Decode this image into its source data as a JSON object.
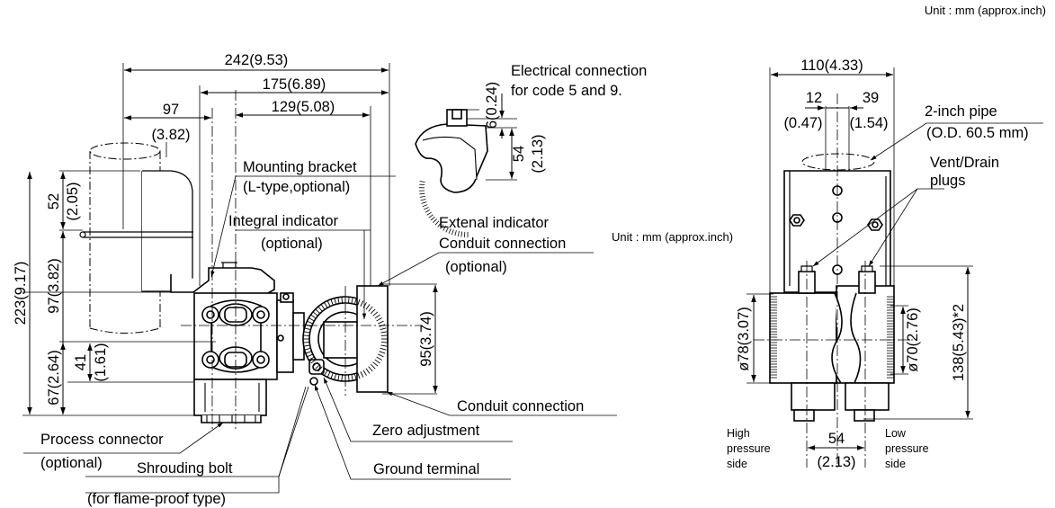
{
  "unit_top": "Unit : mm (approx.inch)",
  "unit_mid": "Unit : mm (approx.inch)",
  "dims": {
    "d242": "242(9.53)",
    "d175": "175(6.89)",
    "d97a": "97",
    "d97b": "(3.82)",
    "d129": "129(5.08)",
    "d6": "6(0.24)",
    "d54v_a": "54",
    "d54v_b": "(2.13)",
    "d52_a": "52",
    "d52_b": "(2.05)",
    "d223": "223(9.17)",
    "d97v": "97(3.82)",
    "d41_a": "41",
    "d41_b": "(1.61)",
    "d67": "67(2.64)",
    "d95": "95(3.74)",
    "d110": "110(4.33)",
    "d12_a": "12",
    "d12_b": "(0.47)",
    "d39_a": "39",
    "d39_b": "(1.54)",
    "d78": "ø78(3.07)",
    "d70": "ø70(2.76)",
    "d138": "138(5.43)*2",
    "d54h_a": "54",
    "d54h_b": "(2.13)"
  },
  "labels": {
    "elec_1": "Electrical connection",
    "elec_2": "for code 5 and 9.",
    "bracket_1": "Mounting bracket",
    "bracket_2": "(L-type,optional)",
    "indicator_1": "Integral indicator",
    "indicator_2": "(optional)",
    "ext_1": "Extenal indicator",
    "ext_2": "Conduit connection",
    "ext_3": "(optional)",
    "conduit": "Conduit connection",
    "zero": "Zero adjustment",
    "ground": "Ground terminal",
    "process_1": "Process connector",
    "process_2": "(optional)",
    "shroud_1": "Shrouding bolt",
    "shroud_2": "(for flame-proof type)",
    "pipe_1": "2-inch pipe",
    "pipe_2": "(O.D. 60.5 mm)",
    "vent_1": "Vent/Drain",
    "vent_2": "plugs",
    "high_1": "High",
    "high_2": "pressure",
    "high_3": "side",
    "low_1": "Low",
    "low_2": "pressure",
    "low_3": "side"
  }
}
